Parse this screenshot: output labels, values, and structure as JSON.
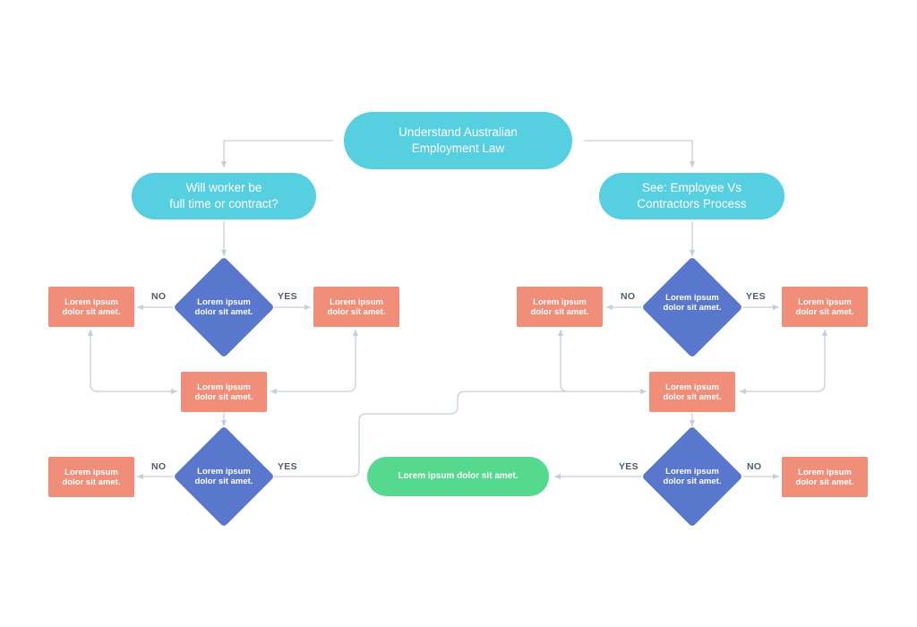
{
  "colors": {
    "cyan": "#56cfe1",
    "blue": "#5877cd",
    "salmon": "#f08e7a",
    "green": "#55d98f",
    "connector": "#c4cfdc",
    "label": "#4f5a6b"
  },
  "top": {
    "label": "Understand Australian\nEmployment Law"
  },
  "left_branch": {
    "header": "Will worker be\nfull time or contract?",
    "decision1": {
      "label": "Lorem ipsum\ndolor sit amet.",
      "no_label": "NO",
      "yes_label": "YES",
      "no_box": "Lorem ipsum\ndolor sit amet.",
      "yes_box": "Lorem ipsum\ndolor sit amet."
    },
    "merge_box": "Lorem ipsum\ndolor sit amet.",
    "decision2": {
      "label": "Lorem ipsum\ndolor sit amet.",
      "no_label": "NO",
      "yes_label": "YES",
      "no_box": "Lorem ipsum\ndolor sit amet."
    }
  },
  "right_branch": {
    "header": "See: Employee Vs\nContractors Process",
    "decision1": {
      "label": "Lorem ipsum\ndolor sit amet.",
      "no_label": "NO",
      "yes_label": "YES",
      "no_box": "Lorem ipsum\ndolor sit amet.",
      "yes_box": "Lorem ipsum\ndolor sit amet."
    },
    "merge_box": "Lorem ipsum\ndolor sit amet.",
    "decision2": {
      "label": "Lorem ipsum\ndolor sit amet.",
      "no_label": "NO",
      "yes_label": "YES",
      "no_box": "Lorem ipsum\ndolor sit amet."
    }
  },
  "terminal": {
    "label": "Lorem ipsum dolor sit amet."
  }
}
